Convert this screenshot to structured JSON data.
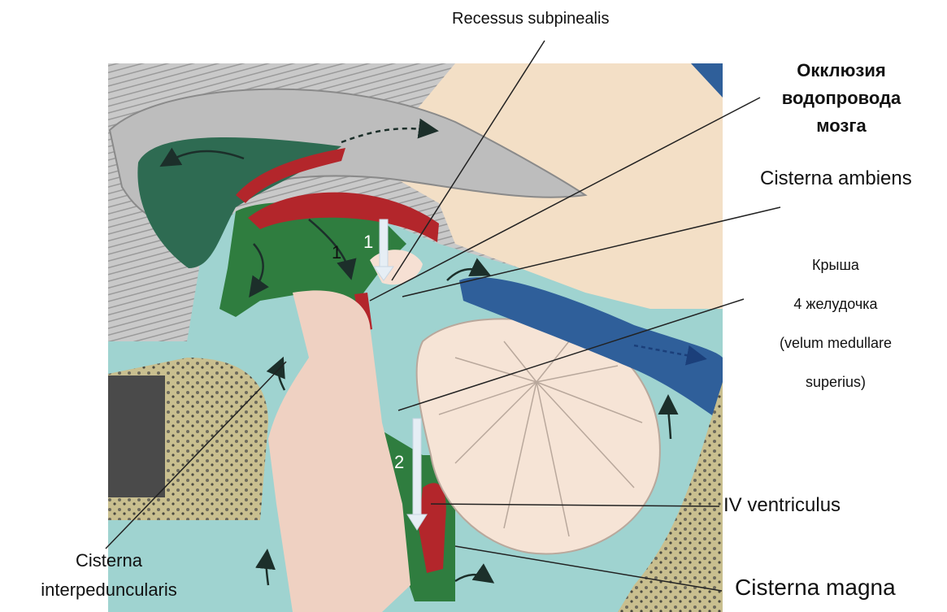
{
  "labels": {
    "recessus_subpinealis": "Recessus subpinealis",
    "occlusion_line1": "Окклюзия",
    "occlusion_line2": "водопровода",
    "occlusion_line3": "мозга",
    "cisterna_ambiens": "Cisterna ambiens",
    "roof_line1": "Крыша",
    "roof_line2": "4 желудочка",
    "roof_line3": "(velum medullare",
    "roof_line4": "superius)",
    "iv_ventriculus": "IV ventriculus",
    "cisterna_magna": "Cisterna magna",
    "interped_line1": "Cisterna",
    "interped_line2": "interpeduncularis"
  },
  "markers": {
    "arrow_1_white": "1",
    "arrow_1_black": "1",
    "arrow_2_white": "2"
  },
  "colors": {
    "background": "#ffffff",
    "csf_light": "#a9dcd9",
    "ventricle_green": "#2f7d3f",
    "plexus_red": "#b3262b",
    "brain_tissue": "#efd1c2",
    "cerebrum_cortex": "#f3dfc6",
    "corpus_callosum": "#bdbdbd",
    "dura_dark": "#2f5f9a",
    "bone_gray": "#6d6a5c"
  }
}
